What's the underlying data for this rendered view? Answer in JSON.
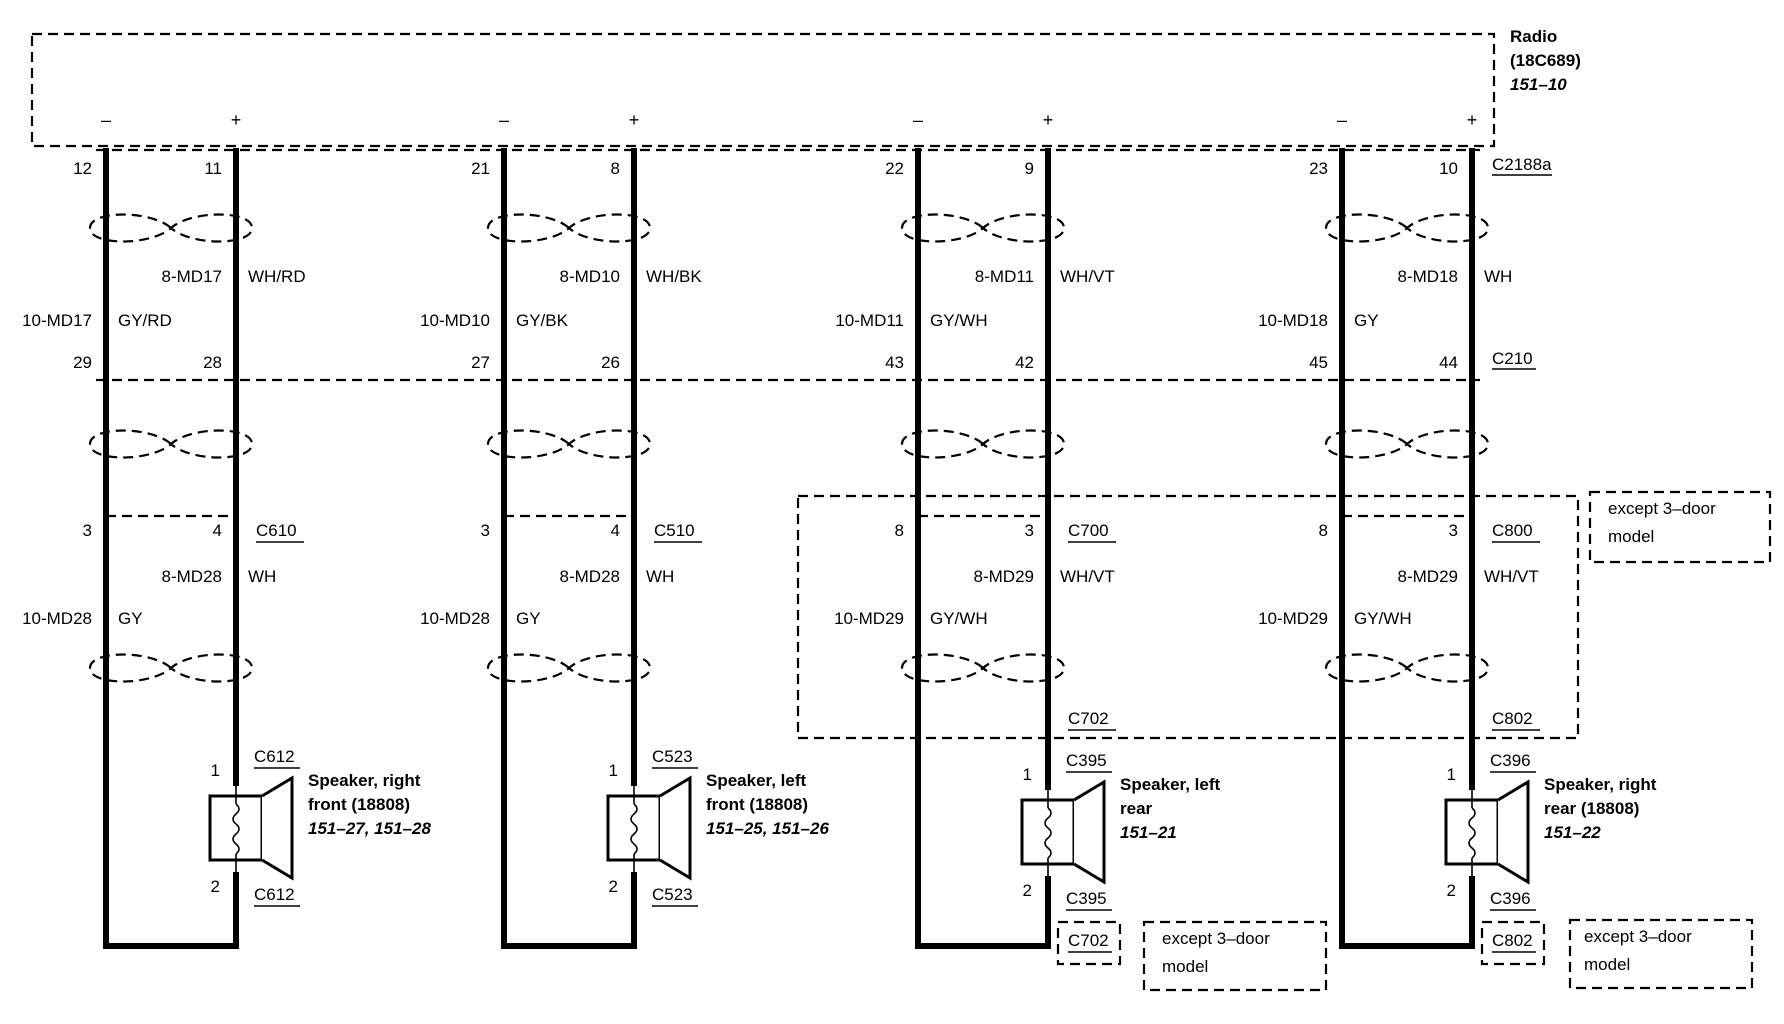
{
  "radio": {
    "name": "Radio",
    "part": "(18C689)",
    "page": "151–10",
    "minus": "–",
    "plus": "+"
  },
  "connectors": {
    "top": "C2188a",
    "mid": "C210",
    "note_except": "except 3–door",
    "note_model": "model"
  },
  "channels": [
    {
      "pin_neg_top": "12",
      "pin_pos_top": "11",
      "circ_pos_top": "8-MD17",
      "color_pos_top": "WH/RD",
      "circ_neg_top": "10-MD17",
      "color_neg_top": "GY/RD",
      "pin_neg_mid": "29",
      "pin_pos_mid": "28",
      "pin_neg_low": "3",
      "pin_pos_low": "4",
      "conn_low": "C610",
      "circ_pos_low": "8-MD28",
      "color_pos_low": "WH",
      "circ_neg_low": "10-MD28",
      "color_neg_low": "GY",
      "conn_inline": "",
      "spk_pin1": "1",
      "spk_pin2": "2",
      "spk_conn1": "C612",
      "spk_conn2": "C612",
      "spk_line1": "Speaker, right",
      "spk_line2": "front (18808)",
      "spk_page": "151–27, 151–28",
      "bottom_conn": ""
    },
    {
      "pin_neg_top": "21",
      "pin_pos_top": "8",
      "circ_pos_top": "8-MD10",
      "color_pos_top": "WH/BK",
      "circ_neg_top": "10-MD10",
      "color_neg_top": "GY/BK",
      "pin_neg_mid": "27",
      "pin_pos_mid": "26",
      "pin_neg_low": "3",
      "pin_pos_low": "4",
      "conn_low": "C510",
      "circ_pos_low": "8-MD28",
      "color_pos_low": "WH",
      "circ_neg_low": "10-MD28",
      "color_neg_low": "GY",
      "conn_inline": "",
      "spk_pin1": "1",
      "spk_pin2": "2",
      "spk_conn1": "C523",
      "spk_conn2": "C523",
      "spk_line1": "Speaker, left",
      "spk_line2": "front (18808)",
      "spk_page": "151–25, 151–26",
      "bottom_conn": ""
    },
    {
      "pin_neg_top": "22",
      "pin_pos_top": "9",
      "circ_pos_top": "8-MD11",
      "color_pos_top": "WH/VT",
      "circ_neg_top": "10-MD11",
      "color_neg_top": "GY/WH",
      "pin_neg_mid": "43",
      "pin_pos_mid": "42",
      "pin_neg_low": "8",
      "pin_pos_low": "3",
      "conn_low": "C700",
      "circ_pos_low": "8-MD29",
      "color_pos_low": "WH/VT",
      "circ_neg_low": "10-MD29",
      "color_neg_low": "GY/WH",
      "conn_inline": "C702",
      "spk_pin1": "1",
      "spk_pin2": "2",
      "spk_conn1": "C395",
      "spk_conn2": "C395",
      "spk_line1": "Speaker, left",
      "spk_line2": "rear",
      "spk_page": "151–21",
      "bottom_conn": "C702"
    },
    {
      "pin_neg_top": "23",
      "pin_pos_top": "10",
      "circ_pos_top": "8-MD18",
      "color_pos_top": "WH",
      "circ_neg_top": "10-MD18",
      "color_neg_top": "GY",
      "pin_neg_mid": "45",
      "pin_pos_mid": "44",
      "pin_neg_low": "8",
      "pin_pos_low": "3",
      "conn_low": "C800",
      "circ_pos_low": "8-MD29",
      "color_pos_low": "WH/VT",
      "circ_neg_low": "10-MD29",
      "color_neg_low": "GY/WH",
      "conn_inline": "C802",
      "spk_pin1": "1",
      "spk_pin2": "2",
      "spk_conn1": "C396",
      "spk_conn2": "C396",
      "spk_line1": "Speaker, right",
      "spk_line2": "rear (18808)",
      "spk_page": "151–22",
      "bottom_conn": "C802"
    }
  ]
}
